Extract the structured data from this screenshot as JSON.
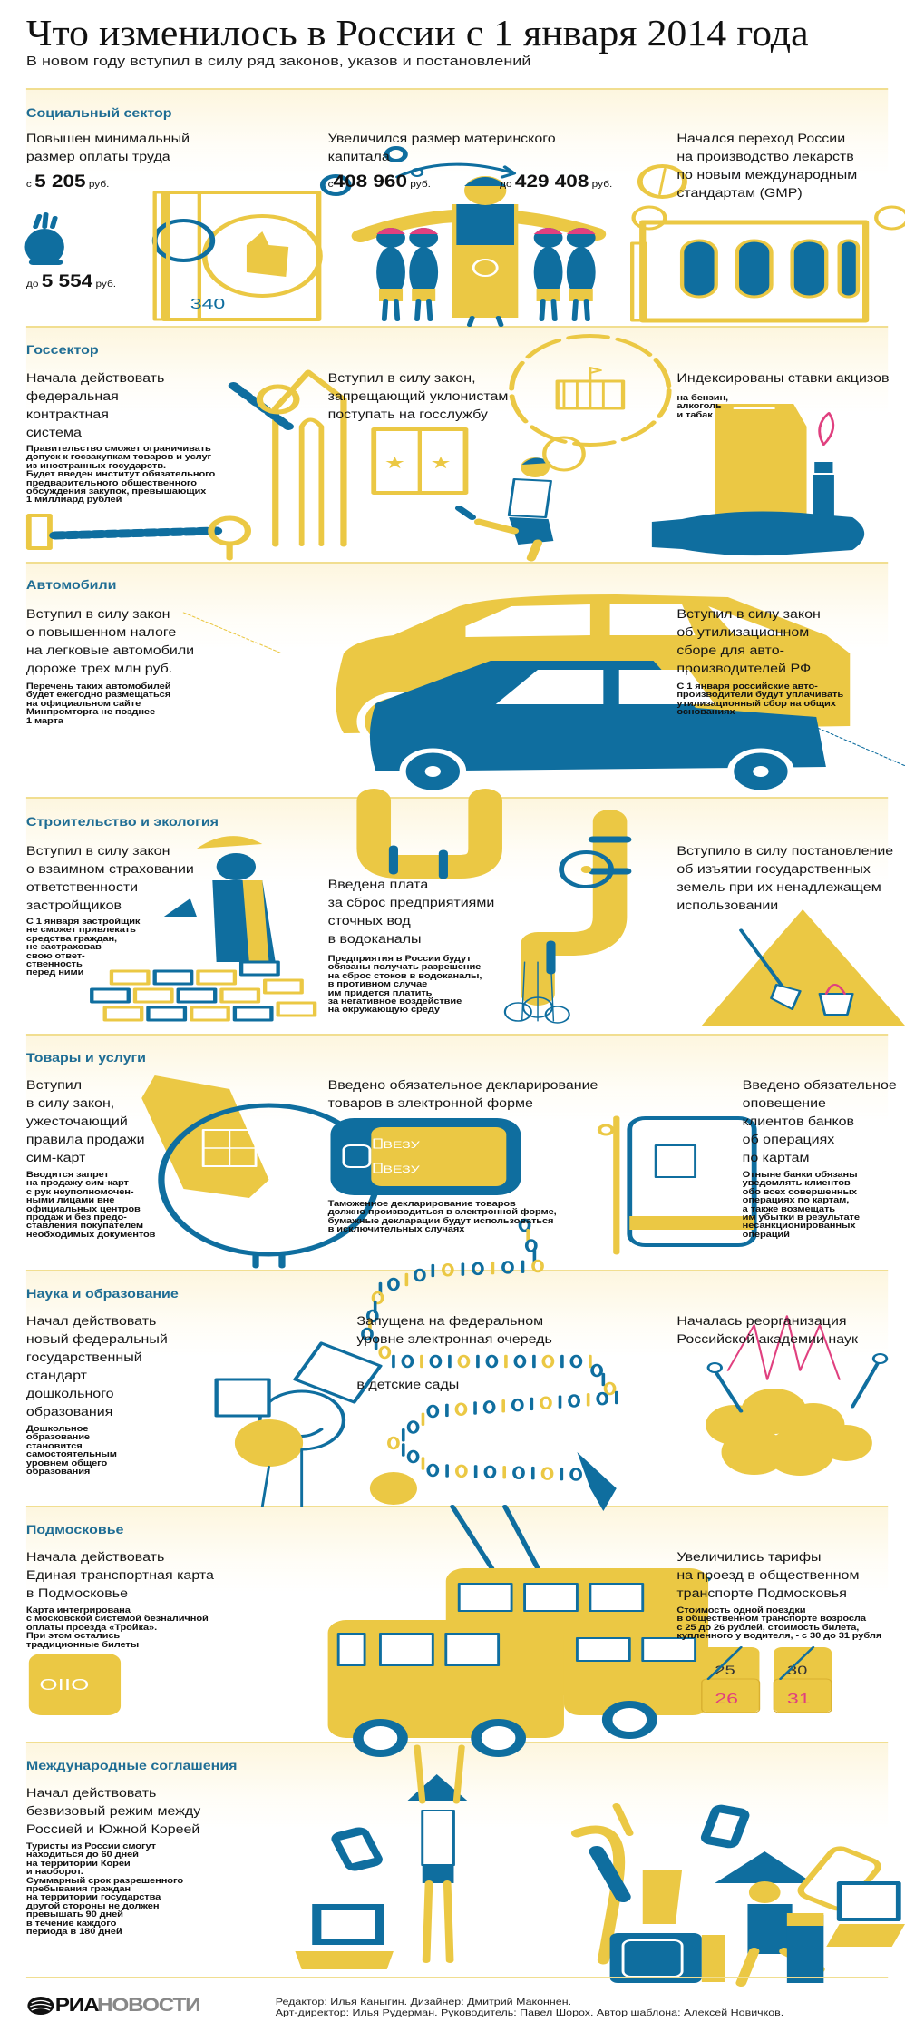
{
  "header": {
    "title": "Что изменилось в России с 1 января 2014 года",
    "subtitle": "В новом году вступил в силу ряд законов, указов и постановлений"
  },
  "colors": {
    "yellow": "#ebc844",
    "blue": "#0f6e9f",
    "pink": "#e0407f",
    "section_title": "#1f6d94"
  },
  "sections": [
    {
      "title": "Социальный сектор",
      "items": [
        {
          "lead": "Повышен минимальный\nразмер оплаты труда",
          "from_prefix": "с",
          "from": "5 205",
          "unit": "руб.",
          "to_prefix": "до",
          "to": "5 554"
        },
        {
          "lead": "Увеличился размер материнского\nкапитала",
          "from_prefix": "с",
          "from": "408 960",
          "unit": "руб.",
          "to_prefix": "до",
          "to": "429 408"
        },
        {
          "lead": "Начался переход России\nна производство лекарств\nпо новым международным\nстандартам (GMP)",
          "passport_number": "340"
        }
      ]
    },
    {
      "title": "Госсектор",
      "items": [
        {
          "lead": "Начала действовать\nфедеральная\nконтрактная\nсистема",
          "note": "Правительство сможет ограничивать\nдопуск к госзакупкам товаров и услуг\nиз иностранных государств.\nБудет введен институт обязательного\nпредварительного общественного\nобсуждения закупок, превышающих\n1 миллиард рублей"
        },
        {
          "lead": "Вступил в силу закон,\nзапрещающий уклонистам\nпоступать на госслужбу"
        },
        {
          "lead": "Индексированы ставки акцизов",
          "note": "на бензин,\nалкоголь\nи табак"
        }
      ]
    },
    {
      "title": "Автомобили",
      "items": [
        {
          "lead": "Вступил в силу закон\nо повышенном налоге\nна легковые автомобили\nдороже трех млн руб.",
          "note": "Перечень таких автомобилей\nбудет ежегодно размещаться\nна официальном сайте\nМинпромторга не позднее\n1 марта"
        },
        {
          "lead": "Вступил в силу закон\nоб утилизационном\nсборе для авто-\nпроизводителей РФ",
          "note": "С 1 января российские авто-\nпроизводители будут уплачивать\nутилизационный сбор на общих\nоснованиях"
        }
      ]
    },
    {
      "title": "Строительство и экология",
      "items": [
        {
          "lead": "Вступил в силу закон\nо взаимном страховании\nответственности\nзастройщиков",
          "note": "С 1 января застройщик\nне сможет привлекать\nсредства граждан,\nне застраховав\nсвою ответ-\nственность\nперед ними"
        },
        {
          "lead": "Введена плата\nза сброс предприятиями\nсточных вод\nв водоканалы",
          "note": "Предприятия в России будут\nобязаны получать разрешение\nна сброс стоков в водоканалы,\nв противном случае\nим придется платить\nза негативное воздействие\nна окружающую среду"
        },
        {
          "lead": "Вступило в силу постановление\nоб изъятии государственных\nземель при их ненадлежащем\nиспользовании"
        }
      ]
    },
    {
      "title": "Товары и услуги",
      "items": [
        {
          "lead": "Вступил\nв силу закон,\nужесточающий\nправила продажи\nсим-карт",
          "note": "Вводится запрет\nна продажу сим-карт\nс рук неуполномочен-\nными лицами вне\nофициальных центров\nпродаж и без предо-\nставления покупателем\nнеобходимых документов"
        },
        {
          "lead": "Введено обязательное декларирование\nтоваров в электронной форме",
          "note": "Таможенное декларирование товаров\nдолжно производиться в электронной форме,\nбумажные декларации будут использоваться\nв исключительных случаях",
          "checkbox_1": "ВЕЗУ",
          "checkbox_2": "ВЕЗУ"
        },
        {
          "lead": "Введено обязательное\nоповещение\nклиентов банков\nоб операциях\nпо картам",
          "note": "Отныне банки обязаны\nуведомлять клиентов\nобо всех совершенных\nоперациях по картам,\nа также возмещать\nим убытки в результате\nнесанкционированных\nопераций"
        }
      ]
    },
    {
      "title": "Наука и образование",
      "items": [
        {
          "lead": "Начал действовать\nновый федеральный\nгосударственный\nстандарт\nдошкольного\nобразования",
          "note": "Дошкольное\nобразование\nстановится\nсамостоятельным\nуровнем общего\nобразования"
        },
        {
          "lead": "Запущена на федеральном\nуровне электронная очередь",
          "lead_tail": "в детские сады"
        },
        {
          "lead": "Началась реорганизация\nРоссийской академии наук"
        }
      ]
    },
    {
      "title": "Подмосковье",
      "items": [
        {
          "lead": "Начала действовать\nЕдиная транспортная карта\nв Подмосковье",
          "note": "Карта интегрирована\nс московской системой безналичной\nоплаты проезда «Тройка».\nПри этом остались\nтрадиционные билеты"
        },
        {
          "lead": "Увеличились тарифы\nна проезд в общественном\nтранспорте Подмосковья",
          "note": "Стоимость одной поездки\nв общественном транспорте возросла\nс 25 до 26 рублей, стоимость билета,\nкупленного у водителя, - с 30 до 31 рубля",
          "ticket_1_old": "25",
          "ticket_1_new": "26",
          "ticket_2_old": "30",
          "ticket_2_new": "31"
        }
      ]
    },
    {
      "title": "Международные соглашения",
      "items": [
        {
          "lead": "Начал действовать\nбезвизовый режим между\nРоссией и Южной Кореей",
          "note": "Туристы из России смогут\nнаходиться до 60 дней\nна территории Кореи\nи наоборот.\nСуммарный срок разрешенного\nпребывания граждан\nна территории государства\nдругой стороны не должен\nпревышать 90 дней\nв течение каждого\nпериода в 180 дней"
        }
      ]
    }
  ],
  "footer": {
    "logo_ria": "РИА",
    "logo_novosti": "НОВОСТИ",
    "credits": "Редактор: Илья Каныгин. Дизайнер: Дмитрий Маконнен.\nАрт-директор: Илья Рудерман. Руководитель: Павел Шорох. Автор шаблона: Алексей Новичков."
  }
}
